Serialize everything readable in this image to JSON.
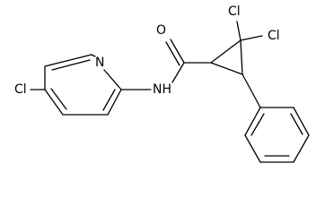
{
  "molecule": {
    "atom_labels": {
      "cl_pyridine": "Cl",
      "n_pyridine": "N",
      "nh_amide": "NH",
      "o_carbonyl": "O",
      "cl_cyclopropane_a": "Cl",
      "cl_cyclopropane_b": "Cl"
    }
  }
}
